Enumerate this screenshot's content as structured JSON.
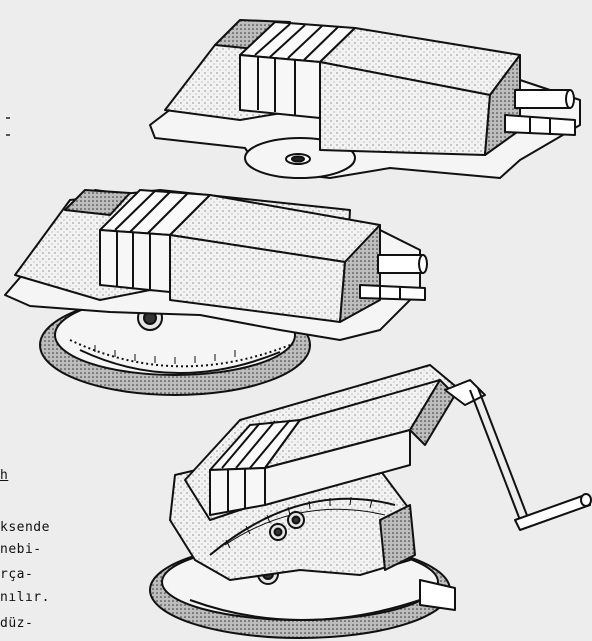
{
  "margin_text": {
    "heading_fragment": "h",
    "lines": [
      "ksende",
      "nebi-",
      "rça-",
      "nılır.",
      "düz-"
    ]
  },
  "figure": {
    "items": [
      {
        "name": "plain-machine-vise"
      },
      {
        "name": "swivel-base-machine-vise"
      },
      {
        "name": "tilting-swivel-machine-vise"
      }
    ]
  },
  "colors": {
    "paper": "#ededed",
    "ink": "#111111"
  }
}
